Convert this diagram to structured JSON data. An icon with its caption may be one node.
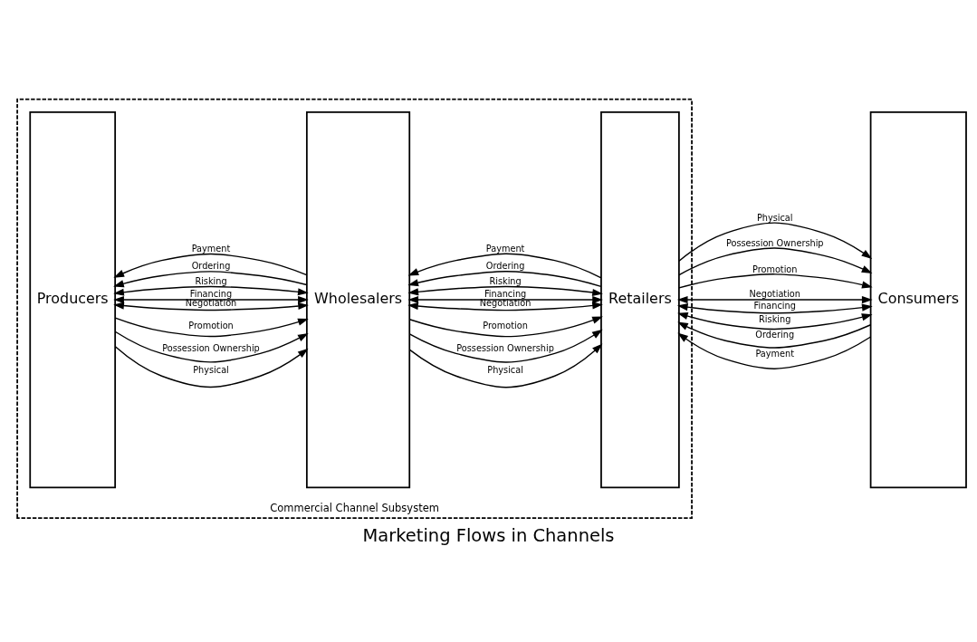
{
  "diagram": {
    "title": "Marketing Flows in Channels",
    "nodes": [
      {
        "text": [
          "Commercial Channel Subsystem"
        ]
      },
      {
        "text": [
          "Producers"
        ],
        "in": 0
      },
      {
        "text": [
          "Wholesalers"
        ],
        "in": 0
      },
      {
        "text": [
          "Retailers"
        ],
        "in": 0
      },
      {
        "text": [
          "Consumers"
        ]
      }
    ],
    "edges": [
      {
        "from": 1,
        "to": 2,
        "arrow": "to",
        "label": "Physical"
      },
      {
        "from": 1,
        "to": 2,
        "arrow": "to",
        "label": "Possession Ownership"
      },
      {
        "from": 1,
        "to": 2,
        "arrow": "to",
        "label": "Promotion"
      },
      {
        "from": 1,
        "to": 2,
        "arrow": "both",
        "label": "Negotiation"
      },
      {
        "from": 1,
        "to": 2,
        "arrow": "both",
        "label": "Financing"
      },
      {
        "from": 1,
        "to": 2,
        "arrow": "both",
        "label": "Risking"
      },
      {
        "from": 2,
        "to": 1,
        "arrow": "to",
        "label": "Ordering"
      },
      {
        "from": 2,
        "to": 1,
        "arrow": "to",
        "label": "Payment"
      },
      {
        "from": 2,
        "to": 3,
        "arrow": "to",
        "label": "Physical"
      },
      {
        "from": 2,
        "to": 3,
        "arrow": "to",
        "label": "Possession Ownership"
      },
      {
        "from": 2,
        "to": 3,
        "arrow": "to",
        "label": "Promotion"
      },
      {
        "from": 2,
        "to": 3,
        "arrow": "both",
        "label": "Negotiation"
      },
      {
        "from": 2,
        "to": 3,
        "arrow": "both",
        "label": "Financing"
      },
      {
        "from": 2,
        "to": 3,
        "arrow": "both",
        "label": "Risking"
      },
      {
        "from": 3,
        "to": 2,
        "arrow": "to",
        "label": "Ordering"
      },
      {
        "from": 3,
        "to": 2,
        "arrow": "to",
        "label": "Payment"
      },
      {
        "from": 3,
        "to": 4,
        "arrow": "to",
        "label": "Physical"
      },
      {
        "from": 3,
        "to": 4,
        "arrow": "to",
        "label": "Possession Ownership"
      },
      {
        "from": 3,
        "to": 4,
        "arrow": "to",
        "label": "Promotion"
      },
      {
        "from": 3,
        "to": 4,
        "arrow": "both",
        "label": "Negotiation"
      },
      {
        "from": 3,
        "to": 4,
        "arrow": "both",
        "label": "Financing"
      },
      {
        "from": 3,
        "to": 4,
        "arrow": "both",
        "label": "Risking"
      },
      {
        "from": 4,
        "to": 3,
        "arrow": "to",
        "label": "Ordering"
      },
      {
        "from": 4,
        "to": 3,
        "arrow": "to",
        "label": "Payment"
      }
    ]
  }
}
